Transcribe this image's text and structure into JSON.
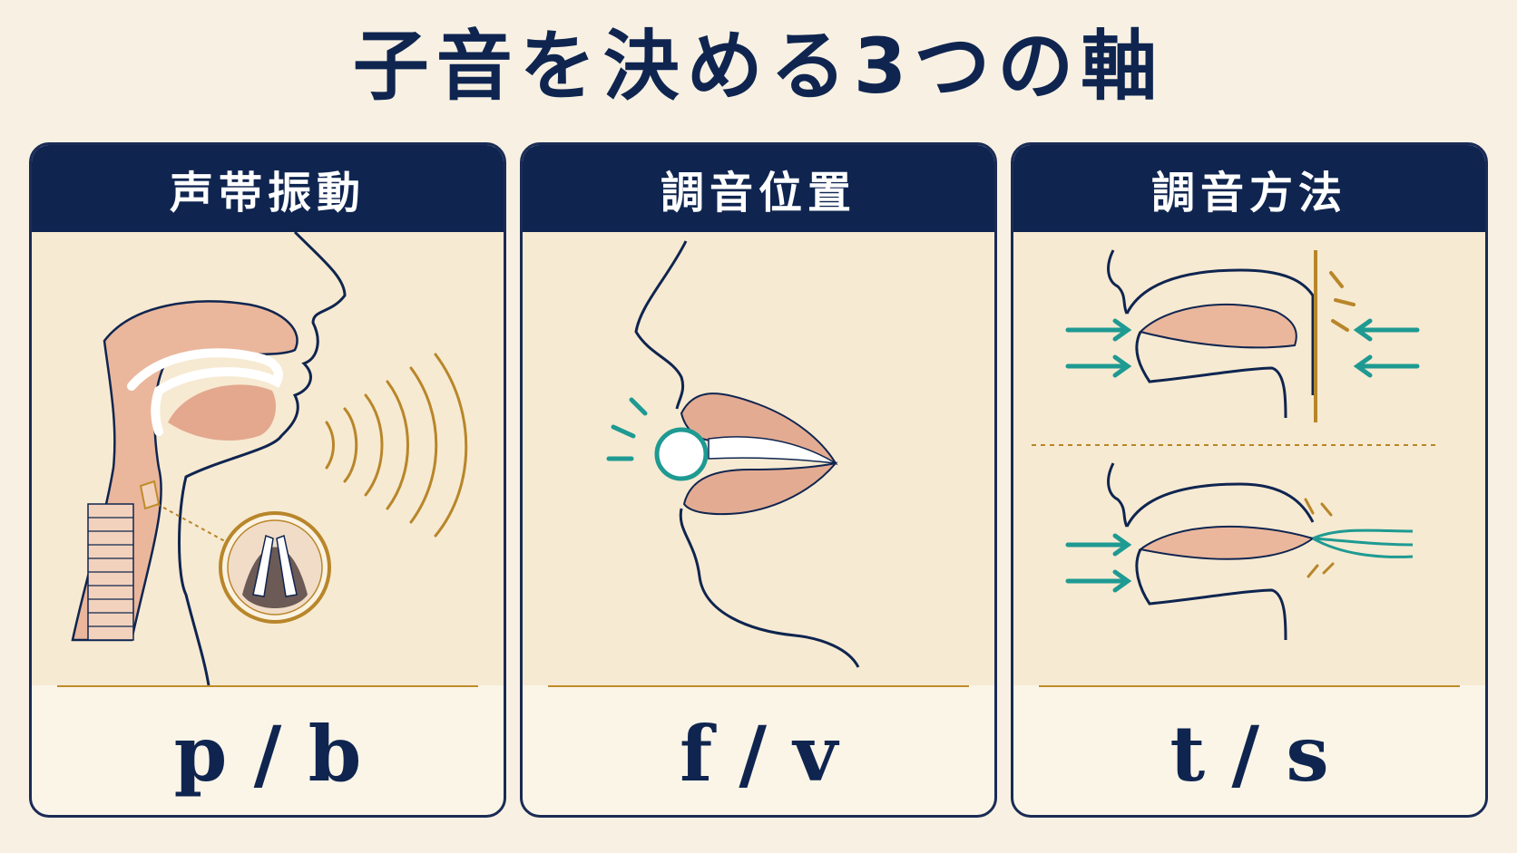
{
  "title": "子音を決める3つの軸",
  "colors": {
    "navy": "#0f2550",
    "gold": "#b8862a",
    "teal": "#1e9a92",
    "skin": "#e8b49a",
    "paper": "#f8f1e3"
  },
  "cards": [
    {
      "header": "声帯振動",
      "label": "p / b"
    },
    {
      "header": "調音位置",
      "label": "f / v"
    },
    {
      "header": "調音方法",
      "label": "t / s"
    }
  ]
}
